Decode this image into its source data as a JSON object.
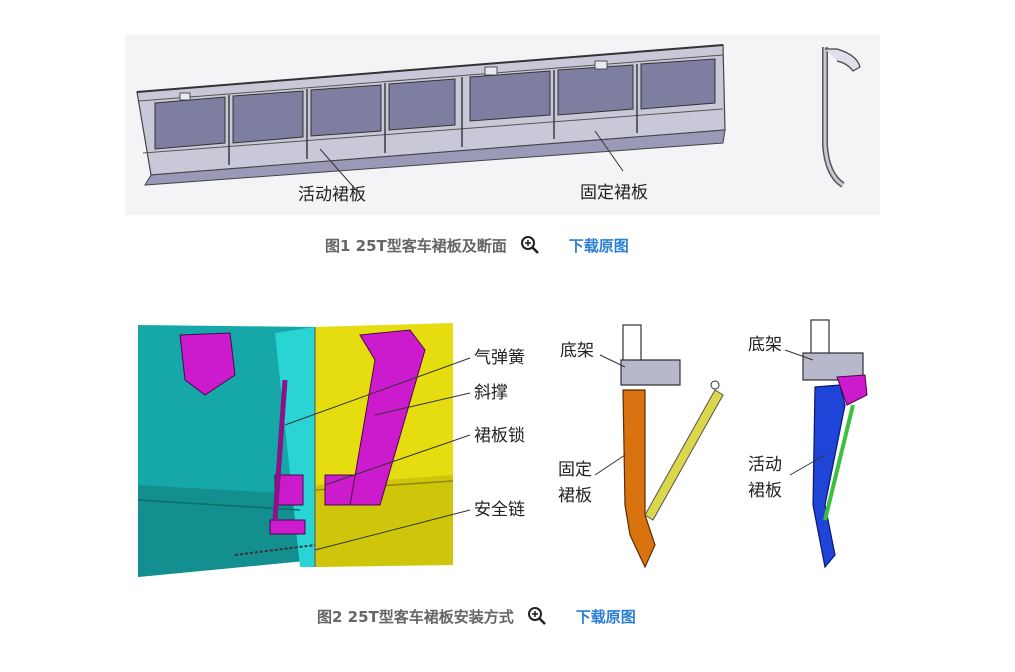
{
  "figure1": {
    "label_movable": "活动裙板",
    "label_fixed": "固定裙板",
    "caption": "图1 25T型客车裙板及断面",
    "zoom_icon": "magnifier-plus-icon",
    "download": "下载原图"
  },
  "figure2": {
    "label_gas_spring": "气弹簧",
    "label_brace": "斜撑",
    "label_lock": "裙板锁",
    "label_chain": "安全链",
    "label_frame_a": "底架",
    "label_fixed_1": "固定",
    "label_fixed_2": "裙板",
    "label_frame_b": "底架",
    "label_movable_1": "活动",
    "label_movable_2": "裙板",
    "caption": "图2 25T型客车裙板安装方式",
    "zoom_icon": "magnifier-plus-icon",
    "download": "下载原图"
  },
  "colors": {
    "caption": "#666666",
    "link": "#2b7fd3",
    "cyan_panel": "#17b3b3",
    "yellow_panel": "#e8e20d",
    "magenta_part": "#cc1bcc",
    "orange_panel": "#d9730f",
    "blue_panel": "#1f44d8"
  }
}
